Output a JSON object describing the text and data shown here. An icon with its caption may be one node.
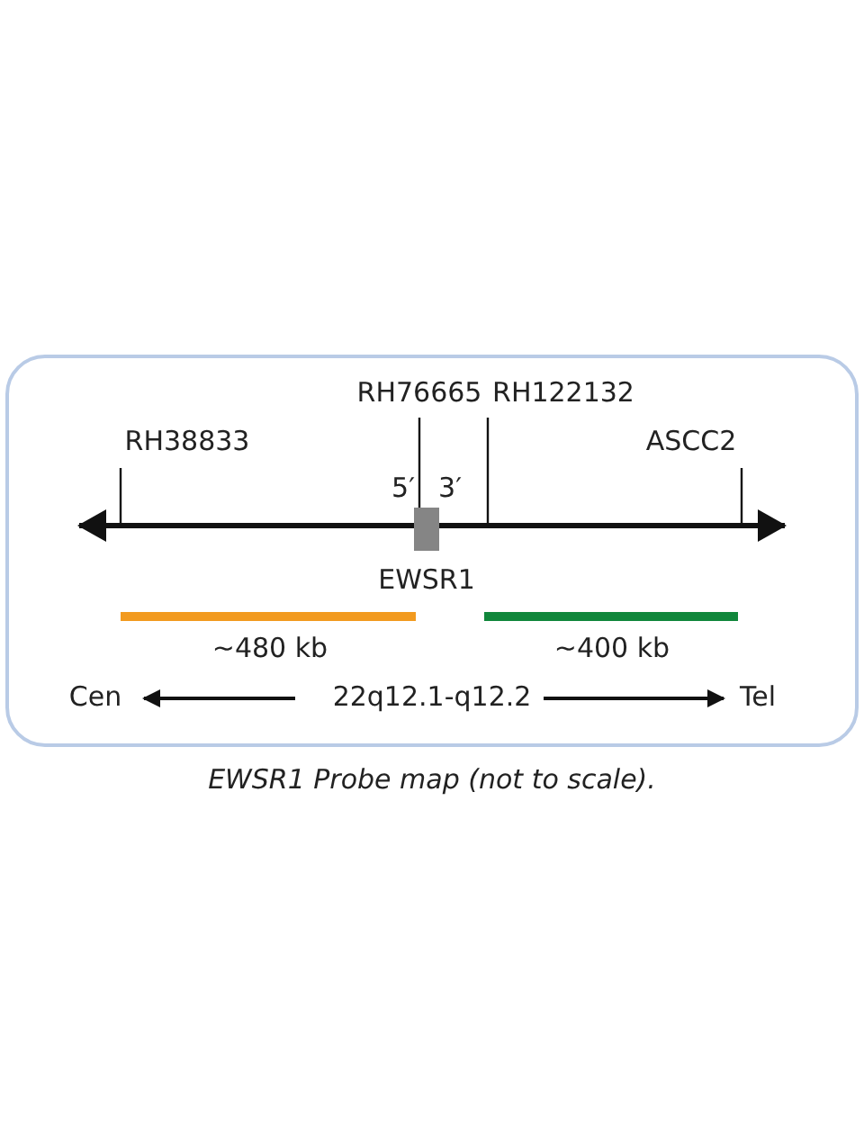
{
  "diagram": {
    "caption": "EWSR1 Probe map (not to scale).",
    "nodes": [
      {
        "text": [
          "EWSR1"
        ]
      }
    ],
    "edges": [],
    "labels": [
      "RH76665",
      "RH122132",
      "RH38833",
      "ASCC2",
      "5′",
      "3′",
      "Cen",
      "22q12.1-q12.2",
      "Tel"
    ],
    "legend": [
      {
        "text": "~480 kb",
        "color": "#f29a1f"
      },
      {
        "text": "~400 kb",
        "color": "#11873b"
      }
    ]
  }
}
